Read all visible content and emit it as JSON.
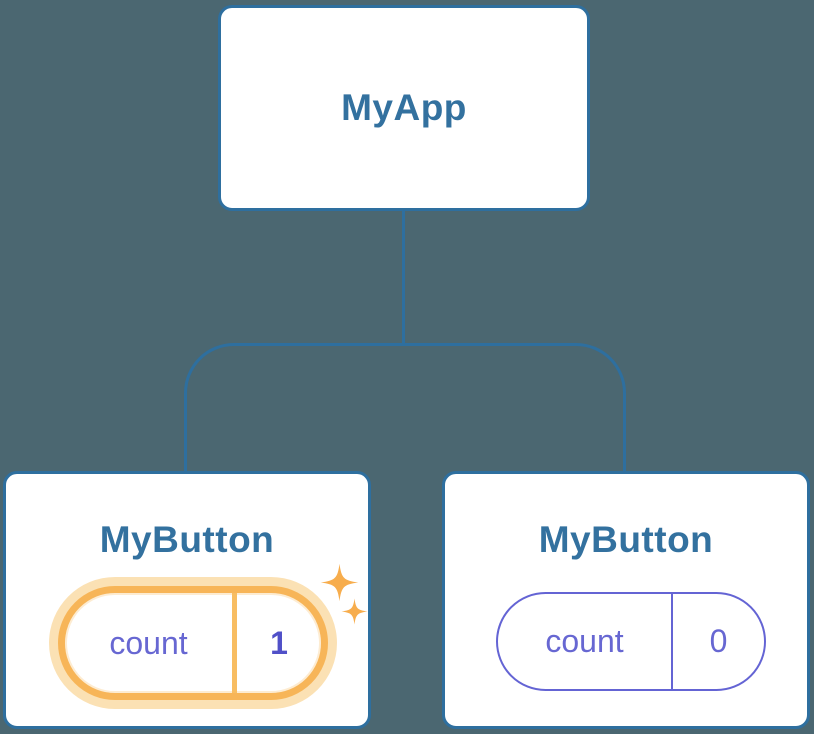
{
  "colors": {
    "background": "#4b6771",
    "node_border": "#2e6f9f",
    "node_text": "#33719f",
    "state_key_text": "#6767d2",
    "state_value_highlight_text": "#5050c8",
    "pill_border_default": "#6464d4",
    "pill_border_highlight": "#f7b558",
    "pill_glow_highlight": "#fbe1b4",
    "sparkle": "#f7ad4d"
  },
  "diagram": {
    "root": {
      "label": "MyApp"
    },
    "children": [
      {
        "label": "MyButton",
        "state_key": "count",
        "state_value": "1",
        "highlighted": true
      },
      {
        "label": "MyButton",
        "state_key": "count",
        "state_value": "0",
        "highlighted": false
      }
    ]
  }
}
